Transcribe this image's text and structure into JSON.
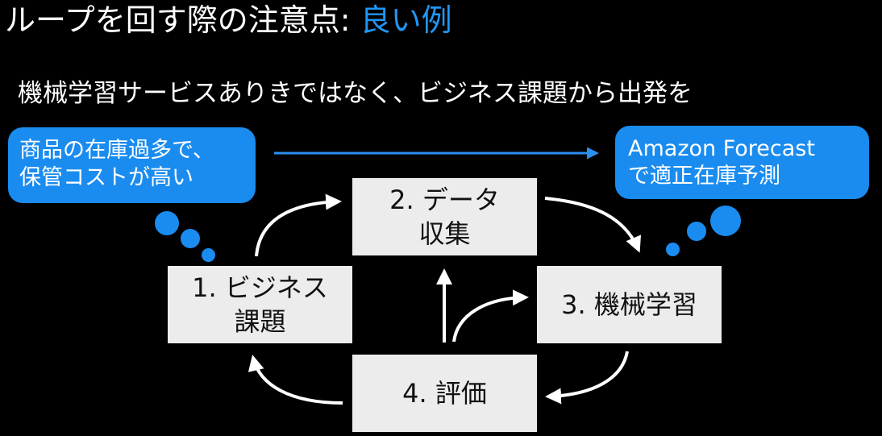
{
  "title": {
    "main": "ループを回す際の注意点: ",
    "highlight": "良い例"
  },
  "subtitle": "機械学習サービスありきではなく、ビジネス課題から出発を",
  "problem_bubble": {
    "line1": "商品の在庫過多で、",
    "line2": "保管コストが高い"
  },
  "solution_bubble": {
    "line1": "Amazon Forecast",
    "line2": "で適正在庫予測"
  },
  "steps": [
    {
      "line1": "1. ビジネス",
      "line2": "課題"
    },
    {
      "line1": "2. データ",
      "line2": "収集"
    },
    {
      "line1": "3. 機械学習",
      "line2": ""
    },
    {
      "line1": "4. 評価",
      "line2": ""
    }
  ],
  "colors": {
    "background": "#000000",
    "accent_blue": "#1a8cf0",
    "highlight_text": "#2196f3",
    "box_fill": "#ececec",
    "box_text": "#111111",
    "arrow_white": "#ffffff",
    "arrow_blue": "#2a8ff0"
  }
}
